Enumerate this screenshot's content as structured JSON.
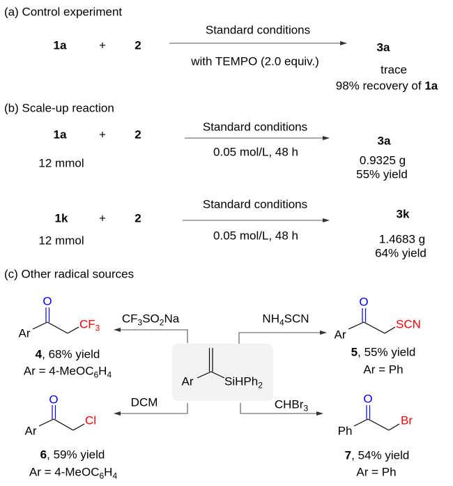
{
  "colors": {
    "oxygen": "#0000ff",
    "heteroatom": "#ff0000",
    "arrow": "#555555",
    "box": "#f3f3f3"
  },
  "section_a": {
    "title": "(a) Control experiment",
    "reactant1": "1a",
    "plus": "+",
    "reactant2": "2",
    "condition_top": "Standard conditions",
    "condition_bottom": "with TEMPO (2.0 equiv.)",
    "product": "3a",
    "result": "trace",
    "recovery_text": "98% recovery of ",
    "recovery_compound": "1a"
  },
  "section_b": {
    "title": "(b) Scale-up reaction",
    "reactions": [
      {
        "reactant1": "1a",
        "plus": "+",
        "reactant2": "2",
        "amount": "12 mmol",
        "condition_top": "Standard conditions",
        "condition_bottom": "0.05 mol/L, 48 h",
        "product": "3a",
        "mass": "0.9325 g",
        "yield": "55% yield"
      },
      {
        "reactant1": "1k",
        "plus": "+",
        "reactant2": "2",
        "amount": "12 mmol",
        "condition_top": "Standard conditions",
        "condition_bottom": "0.05 mol/L, 48 h",
        "product": "3k",
        "mass": "1.4683 g",
        "yield": "64% yield"
      }
    ]
  },
  "section_c": {
    "title": "(c) Other radical sources",
    "substrate": {
      "ar": "Ar",
      "si": "SiHPh",
      "si_sub": "2"
    },
    "reagents": {
      "cf3": [
        "CF",
        "3",
        "SO",
        "2",
        "Na"
      ],
      "scn": [
        "NH",
        "4",
        "SCN"
      ],
      "dcm": "DCM",
      "br": [
        "CHBr",
        "3"
      ]
    },
    "products": [
      {
        "id": "4",
        "yield": ", 68% yield",
        "ar_label": "Ar",
        "o": "O",
        "group": "CF",
        "group_sub": "3",
        "ar_def": [
          "Ar = 4-MeOC",
          "6",
          "H",
          "4"
        ]
      },
      {
        "id": "5",
        "yield": ", 55% yield",
        "ar_label": "Ar",
        "o": "O",
        "group": "SCN",
        "ar_def": [
          "Ar = Ph"
        ]
      },
      {
        "id": "6",
        "yield": ", 59% yield",
        "ar_label": "Ar",
        "o": "O",
        "group": "Cl",
        "ar_def": [
          "Ar = 4-MeOC",
          "6",
          "H",
          "4"
        ]
      },
      {
        "id": "7",
        "yield": ", 54% yield",
        "ar_label": "Ph",
        "o": "O",
        "group": "Br",
        "ar_def": [
          "Ar = Ph"
        ]
      }
    ]
  }
}
